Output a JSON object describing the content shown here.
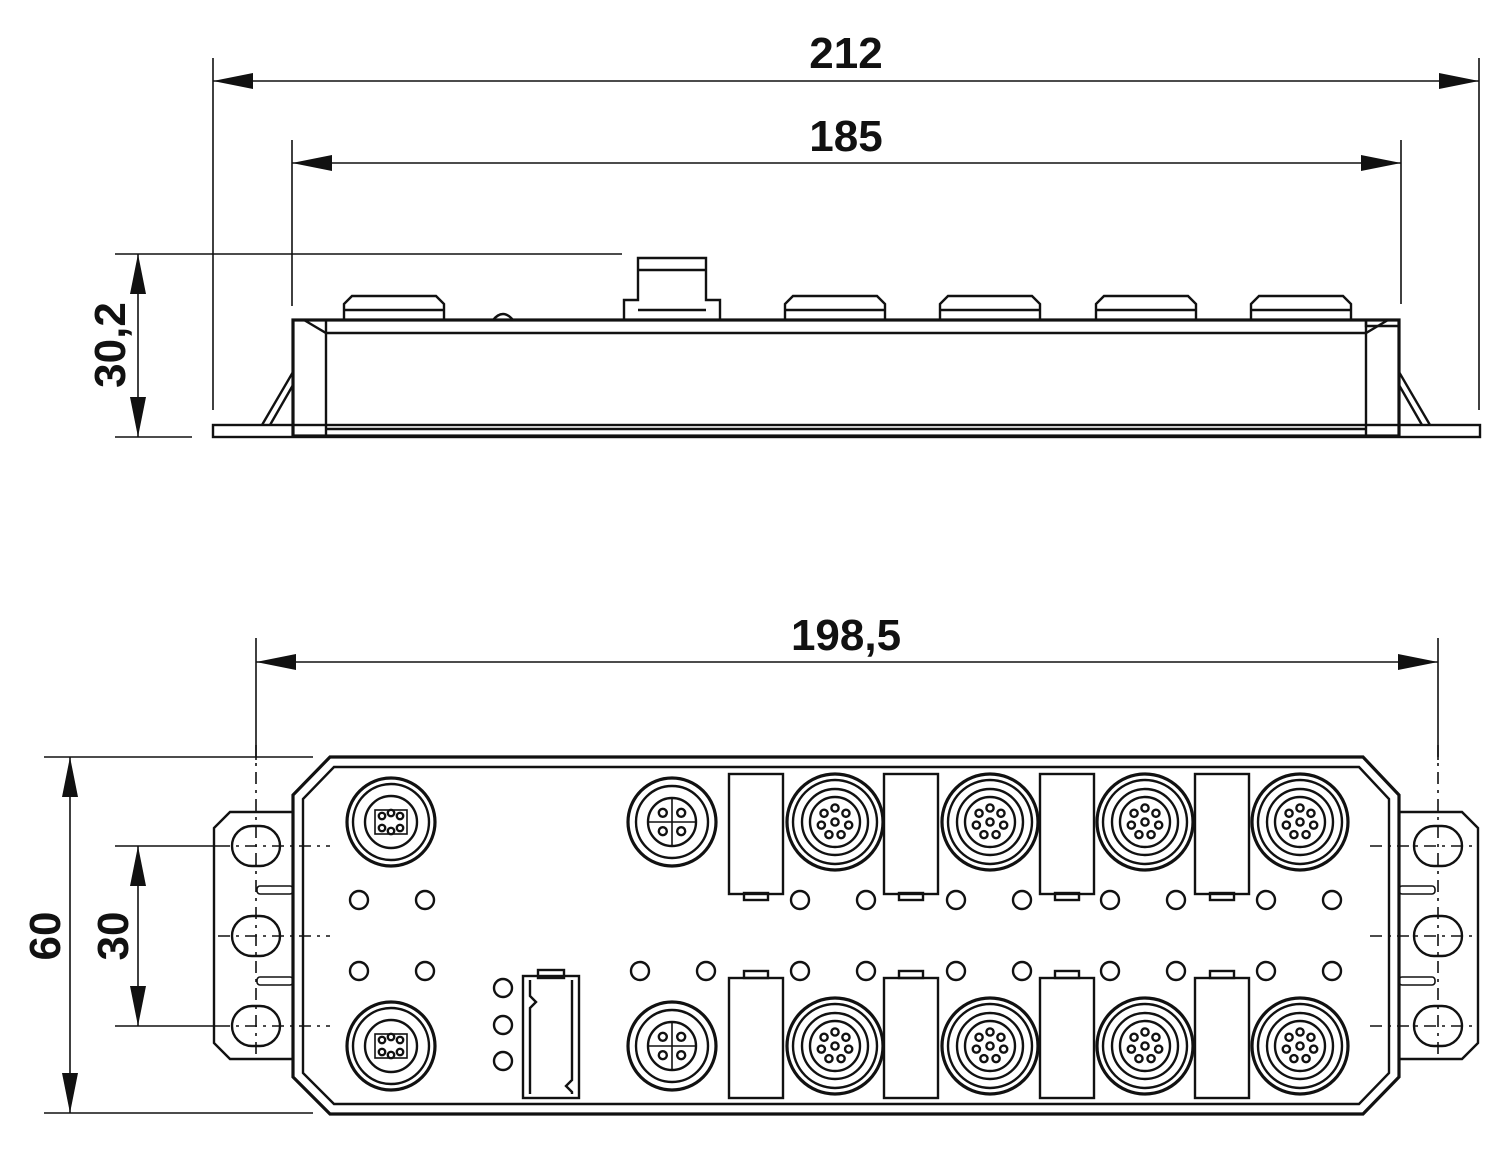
{
  "dimensions": {
    "side_total_width": "212",
    "side_housing_width": "185",
    "side_height": "30,2",
    "top_width": "198,5",
    "top_height": "60",
    "top_hole_spacing": "30"
  },
  "colors": {
    "line": "#111111",
    "background": "#ffffff"
  }
}
